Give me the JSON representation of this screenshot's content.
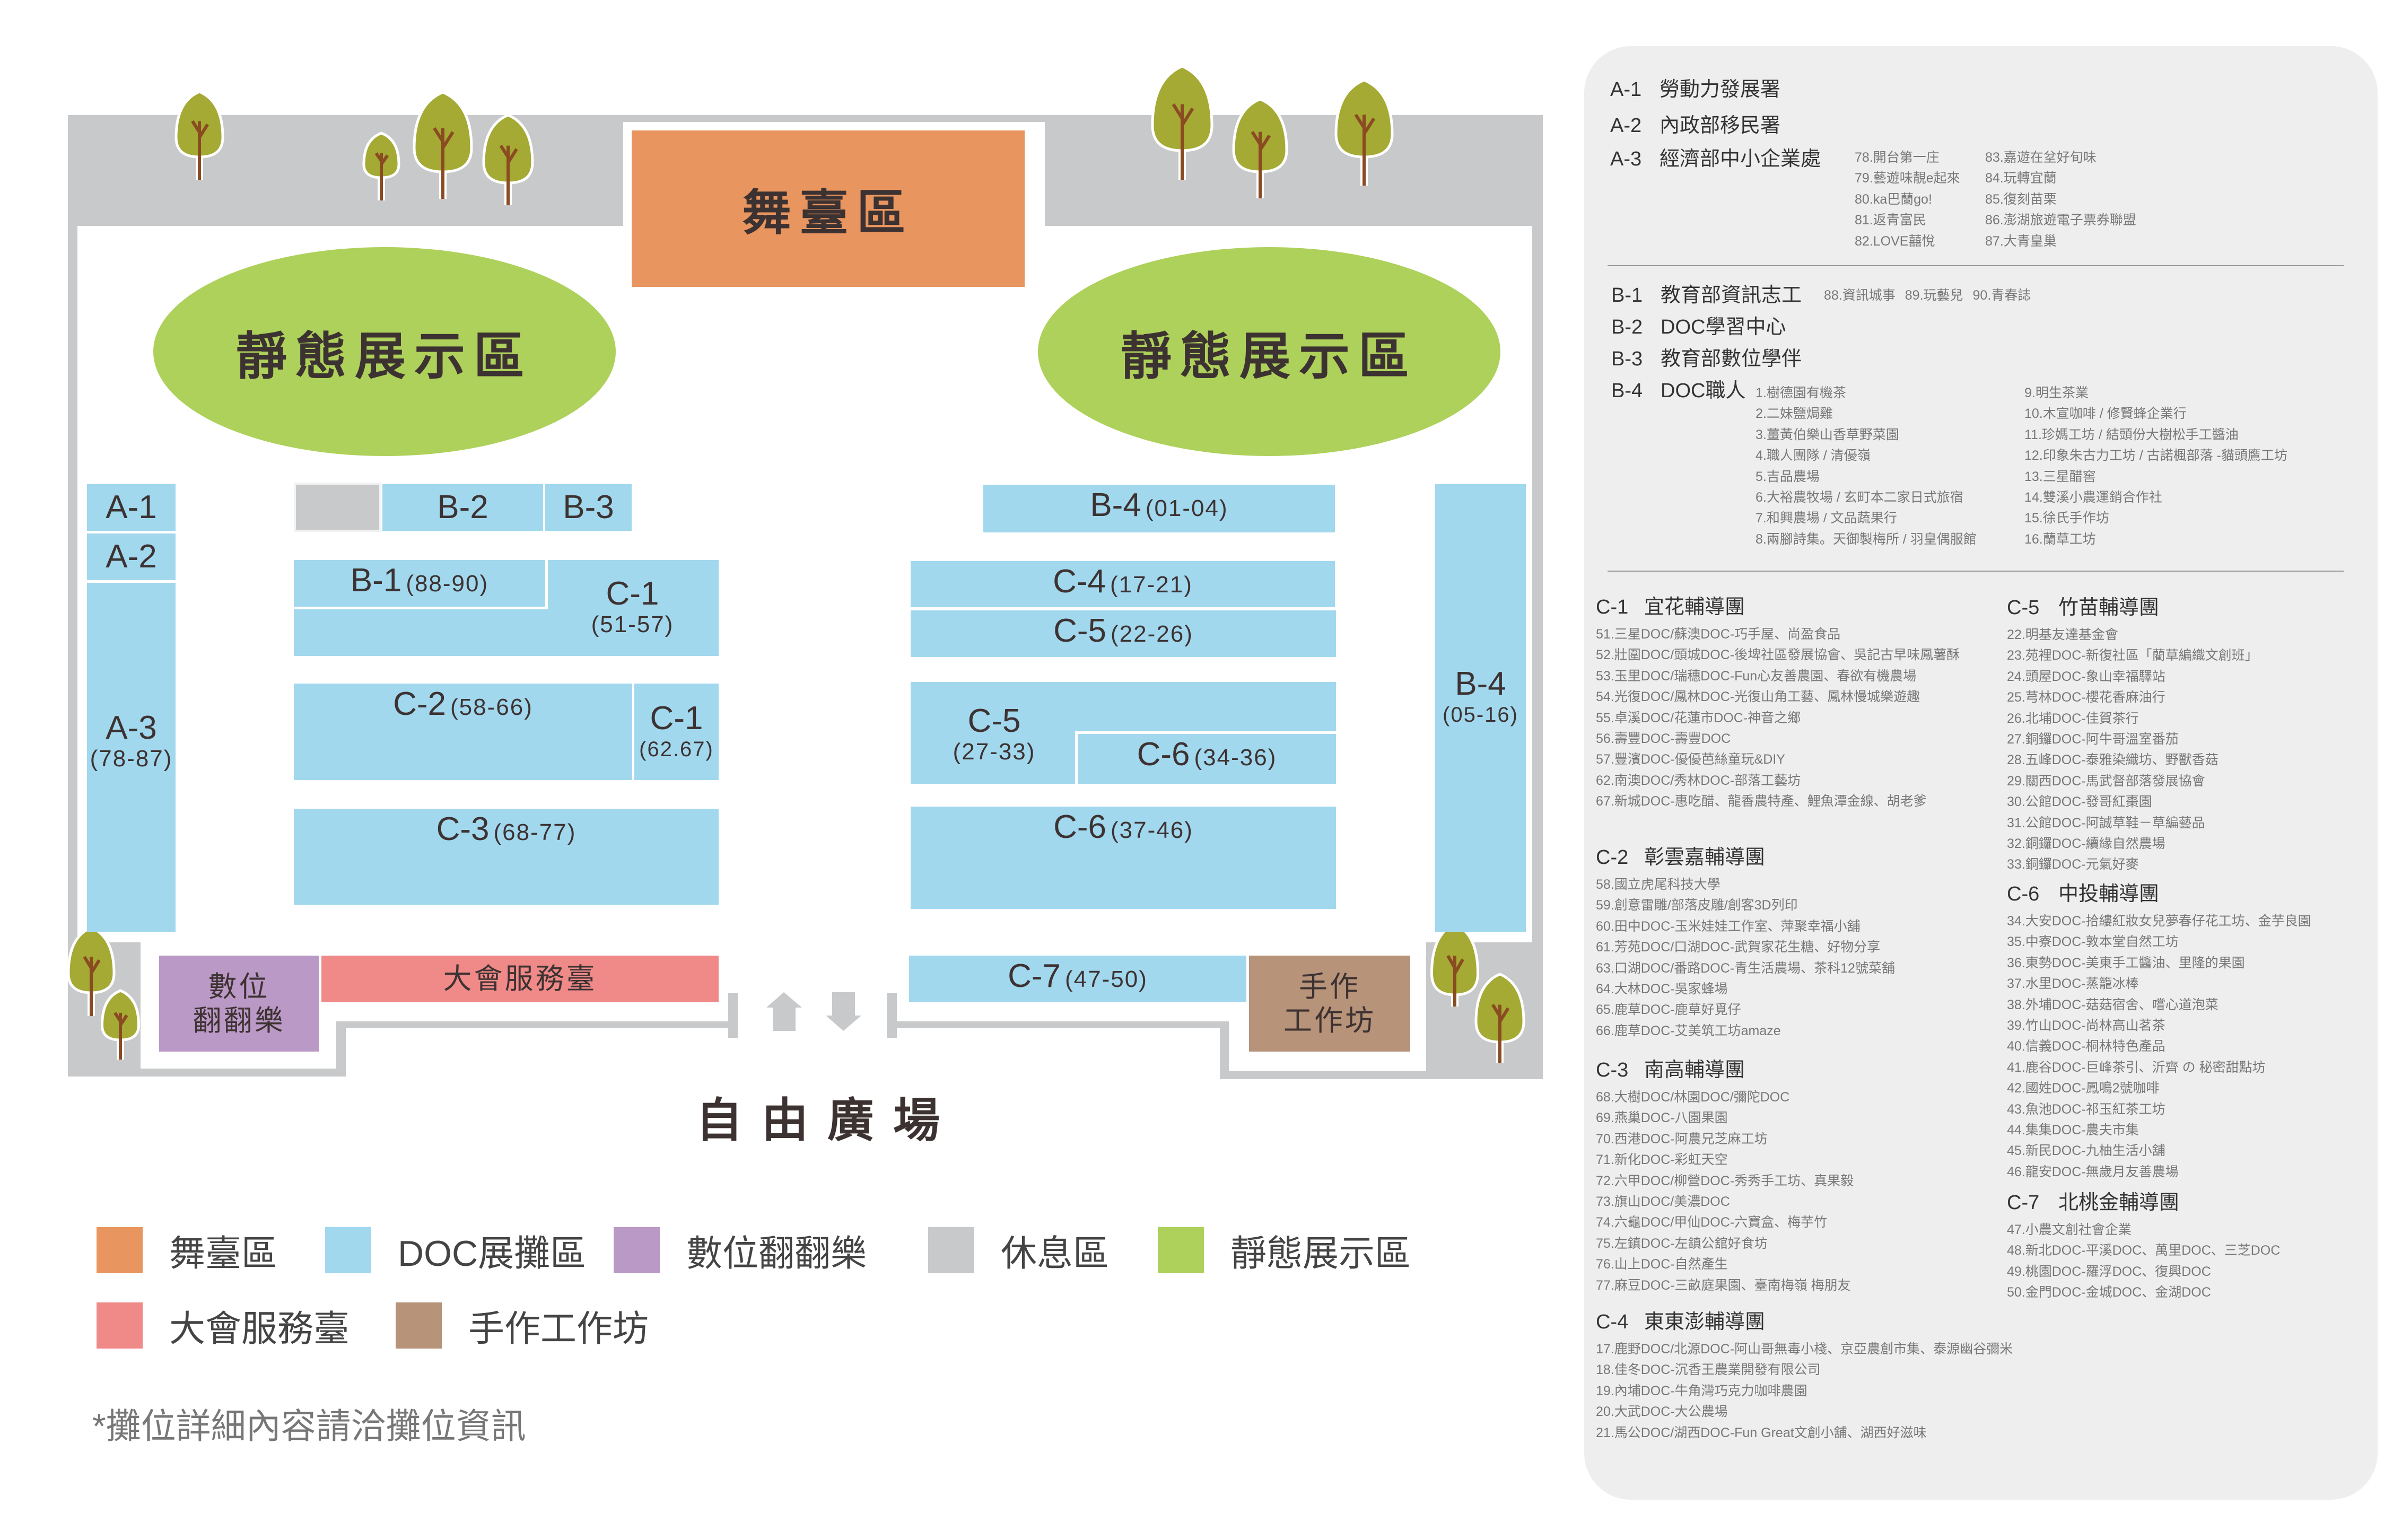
{
  "map": {
    "stage": "舞臺區",
    "static_left": "靜態展示區",
    "static_right": "靜態展示區",
    "plaza": "自由廣場",
    "booths": [
      {
        "code": "A-1"
      },
      {
        "code": "A-2"
      },
      {
        "code": "A-3",
        "range": "(78-87)"
      },
      {
        "code": "B-2"
      },
      {
        "code": "B-3"
      },
      {
        "code": "B-1",
        "range": "(88-90)"
      },
      {
        "code": "C-1",
        "range": "(51-57)"
      },
      {
        "code": "C-2",
        "range": "(58-66)"
      },
      {
        "code": "C-1",
        "range": "(62.67)"
      },
      {
        "code": "C-3",
        "range": "(68-77)"
      },
      {
        "code": "B-4",
        "range": "(01-04)"
      },
      {
        "code": "C-4",
        "range": "(17-21)"
      },
      {
        "code": "C-5",
        "range": "(22-26)"
      },
      {
        "code": "C-5",
        "range": "(27-33)"
      },
      {
        "code": "C-6",
        "range": "(34-36)"
      },
      {
        "code": "C-6",
        "range": "(37-46)"
      },
      {
        "code": "B-4",
        "range": "(05-16)"
      },
      {
        "code": "C-7",
        "range": "(47-50)"
      },
      {
        "lines": [
          "大會服務臺"
        ]
      },
      {
        "lines": [
          "數位",
          "翻翻樂"
        ]
      },
      {
        "lines": [
          "手作",
          "工作坊"
        ]
      }
    ]
  },
  "colors": {
    "doc": "#a1d8ee",
    "stage": "#e9955f",
    "digital": "#bb99c6",
    "rest": "#c8c9cb",
    "static": "#add15a",
    "service": "#ef8a89",
    "craft": "#b7937a",
    "text": "#3d3232"
  },
  "legend": {
    "items": [
      {
        "label": "舞臺區",
        "color": "#e9955f"
      },
      {
        "label": "DOC展攤區",
        "color": "#a1d8ee"
      },
      {
        "label": "數位翻翻樂",
        "color": "#bb99c6"
      },
      {
        "label": "休息區",
        "color": "#c8c9cb"
      },
      {
        "label": "靜態展示區",
        "color": "#add15a"
      },
      {
        "label": "大會服務臺",
        "color": "#ef8a89"
      },
      {
        "label": "手作工作坊",
        "color": "#b7937a"
      }
    ],
    "footnote": "*攤位詳細內容請洽攤位資訊"
  },
  "directory": {
    "a": [
      {
        "code": "A-1",
        "name": "勞動力發展署"
      },
      {
        "code": "A-2",
        "name": "內政部移民署"
      },
      {
        "code": "A-3",
        "name": "經濟部中小企業處",
        "items": [
          "78.開台第一庄",
          "79.藝遊味靚e起來",
          "80.ka巴蘭go!",
          "81.返青富民",
          "82.LOVE囍悅",
          "83.嘉遊在坌好旬味",
          "84.玩轉宜蘭",
          "85.復刻苗栗",
          "86.澎湖旅遊電子票券聯盟",
          "87.大青皇巢"
        ]
      }
    ],
    "b": [
      {
        "code": "B-1",
        "name": "教育部資訊志工",
        "items": [
          "88.資訊城事",
          "89.玩藝兒",
          "90.青春誌"
        ]
      },
      {
        "code": "B-2",
        "name": "DOC學習中心"
      },
      {
        "code": "B-3",
        "name": "教育部數位學伴"
      },
      {
        "code": "B-4",
        "name": "DOC職人",
        "items": [
          "1.樹德園有機茶",
          "2.二妹鹽焗雞",
          "3.薑黃伯樂山香草野菜園",
          "4.職人團隊 / 清優嶺",
          "5.吉品農場",
          "6.大裕農牧場 / 玄町本二家日式旅宿",
          "7.和興農場 / 文品蔬果行",
          "8.兩腳詩集。天御製梅所 / 羽皇偶服館",
          "9.明生茶業",
          "10.木宣咖啡 / 修賢蜂企業行",
          "11.珍媽工坊 / 結頭份大樹松手工醬油",
          "12.印象朱古力工坊 / 古諾楓部落 -貓頭鷹工坊",
          "13.三星醋窖",
          "14.雙溪小農運銷合作社",
          "15.徐氏手作坊",
          "16.蘭草工坊"
        ]
      }
    ],
    "c": [
      {
        "code": "C-1",
        "name": "宜花輔導團",
        "items": [
          "51.三星DOC/蘇澳DOC-巧手屋、尚盈食品",
          "52.壯圍DOC/頭城DOC-後埤社區發展協會、吳記古早味鳳薯酥",
          "53.玉里DOC/瑞穗DOC-Fun心友善農園、春欲有機農場",
          "54.光復DOC/鳳林DOC-光復山角工藝、鳳林慢城樂遊趣",
          "55.卓溪DOC/花蓮市DOC-神音之鄉",
          "56.壽豐DOC-壽豐DOC",
          "57.豐濱DOC-優優芭絲童玩&DIY",
          "62.南澳DOC/秀林DOC-部落工藝坊",
          "67.新城DOC-惠吃醋、龍香農特產、鯉魚潭金線、胡老爹"
        ]
      },
      {
        "code": "C-2",
        "name": "彰雲嘉輔導團",
        "items": [
          "58.國立虎尾科技大學",
          "59.創意雷雕/部落皮雕/創客3D列印",
          "60.田中DOC-玉米娃娃工作室、萍聚幸福小舖",
          "61.芳苑DOC/口湖DOC-武賀家花生糖、好物分享",
          "63.口湖DOC/番路DOC-青生活農場、茶科12號菜舖",
          "64.大林DOC-吳家蜂場",
          "65.鹿草DOC-鹿草好覓仔",
          "66.鹿草DOC-艾美筑工坊amaze"
        ]
      },
      {
        "code": "C-3",
        "name": "南高輔導團",
        "items": [
          "68.大樹DOC/林園DOC/彌陀DOC",
          "69.燕巢DOC-八園果園",
          "70.西港DOC-阿農兄芝麻工坊",
          "71.新化DOC-彩虹天空",
          "72.六甲DOC/柳營DOC-秀秀手工坊、真果毅",
          "73.旗山DOC/美濃DOC",
          "74.六龜DOC/甲仙DOC-六寶盒、梅芋竹",
          "75.左鎮DOC-左鎮公舘好食坊",
          "76.山上DOC-自然產生",
          "77.麻豆DOC-三畝庭果園、臺南梅嶺 梅朋友"
        ]
      },
      {
        "code": "C-4",
        "name": "東東澎輔導團",
        "items": [
          "17.鹿野DOC/北源DOC-阿山哥無毒小棧、京亞農創市集、泰源幽谷彌米",
          "18.佳冬DOC-沉香王農業開發有限公司",
          "19.內埔DOC-牛角灣巧克力咖啡農園",
          "20.大武DOC-大公農場",
          "21.馬公DOC/湖西DOC-Fun Great文創小舖、湖西好滋味"
        ]
      },
      {
        "code": "C-5",
        "name": "竹苗輔導團",
        "items": [
          "22.明基友達基金會",
          "23.苑裡DOC-新復社區「藺草編織文創班」",
          "24.頭屋DOC-象山幸福驛站",
          "25.芎林DOC-櫻花香麻油行",
          "26.北埔DOC-佳賀茶行",
          "27.銅鑼DOC-阿牛哥溫室番茄",
          "28.五峰DOC-泰雅染織坊、野獸香菇",
          "29.關西DOC-馬武督部落發展協會",
          "30.公館DOC-發哥紅棗園",
          "31.公館DOC-阿誠草鞋－草編藝品",
          "32.銅鑼DOC-續緣自然農場",
          "33.銅鑼DOC-元氣好麥"
        ]
      },
      {
        "code": "C-6",
        "name": "中投輔導團",
        "items": [
          "34.大安DOC-拾縷紅妝女兒夢春仔花工坊、金芋良園",
          "35.中寮DOC-敦本堂自然工坊",
          "36.東勢DOC-美東手工醬油、里隆的果園",
          "37.水里DOC-蒸籠冰棒",
          "38.外埔DOC-菇菇宿舍、嚐心道泡菜",
          "39.竹山DOC-尚林高山茗茶",
          "40.信義DOC-桐林特色產品",
          "41.鹿谷DOC-巨峰茶引、沂齊 の 秘密甜點坊",
          "42.國姓DOC-鳳鳴2號咖啡",
          "43.魚池DOC-祁玉紅茶工坊",
          "44.集集DOC-農夫市集",
          "45.新民DOC-九柚生活小舖",
          "46.龍安DOC-無歲月友善農場"
        ]
      },
      {
        "code": "C-7",
        "name": "北桃金輔導團",
        "items": [
          "47.小農文創社會企業",
          "48.新北DOC-平溪DOC、萬里DOC、三芝DOC",
          "49.桃園DOC-羅浮DOC、復興DOC",
          "50.金門DOC-金城DOC、金湖DOC"
        ]
      }
    ]
  }
}
